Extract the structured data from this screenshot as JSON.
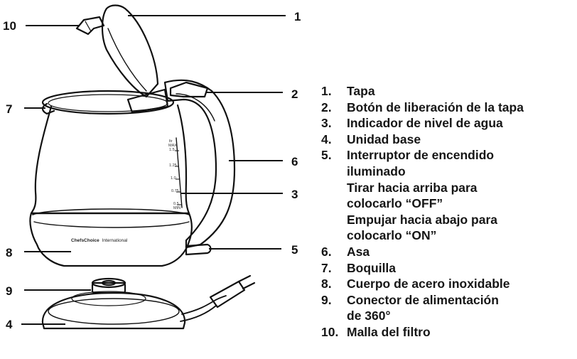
{
  "callouts": {
    "c1": "1",
    "c2": "2",
    "c3": "3",
    "c4": "4",
    "c5": "5",
    "c6": "6",
    "c7": "7",
    "c8": "8",
    "c9": "9",
    "c10": "10"
  },
  "kettle": {
    "brand_bold": "ChefsChoice",
    "brand_light": "International",
    "scale_unit": "ltr",
    "scale_max": "MAX",
    "scale_marks": [
      "1.5",
      "1.25",
      "1.0",
      "0.75",
      "0.5"
    ],
    "scale_min": "MIN"
  },
  "parts": [
    {
      "num": "1.",
      "lines": [
        "Tapa"
      ]
    },
    {
      "num": "2.",
      "lines": [
        "Botón de liberación de la tapa"
      ]
    },
    {
      "num": "3.",
      "lines": [
        "Indicador de nivel de agua"
      ]
    },
    {
      "num": "4.",
      "lines": [
        "Unidad base"
      ]
    },
    {
      "num": "5.",
      "lines": [
        "Interruptor de encendido",
        "iluminado",
        "Tirar hacia arriba para",
        "colocarlo “OFF”",
        "Empujar hacia abajo para",
        "colocarlo “ON”"
      ]
    },
    {
      "num": "6.",
      "lines": [
        "Asa"
      ]
    },
    {
      "num": "7.",
      "lines": [
        "Boquilla"
      ]
    },
    {
      "num": "8.",
      "lines": [
        "Cuerpo de acero inoxidable"
      ]
    },
    {
      "num": "9.",
      "lines": [
        "Conector de alimentación",
        "de 360°"
      ]
    },
    {
      "num": "10.",
      "lines": [
        "Malla del filtro"
      ]
    }
  ]
}
